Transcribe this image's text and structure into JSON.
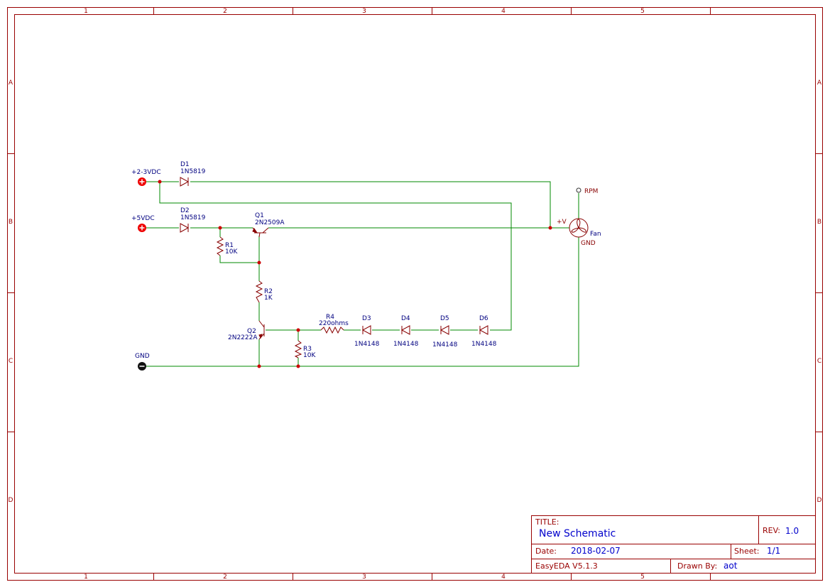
{
  "grid": {
    "columns": [
      "1",
      "2",
      "3",
      "4",
      "5"
    ],
    "rows": [
      "A",
      "B",
      "C",
      "D"
    ]
  },
  "nets": {
    "v23": "+2-3VDC",
    "v5": "+5VDC",
    "gnd": "GND",
    "vplus": "+V",
    "rpm": "RPM"
  },
  "components": {
    "d1": {
      "ref": "D1",
      "value": "1N5819"
    },
    "d2": {
      "ref": "D2",
      "value": "1N5819"
    },
    "q1": {
      "ref": "Q1",
      "value": "2N2509A"
    },
    "r1": {
      "ref": "R1",
      "value": "10K"
    },
    "r2": {
      "ref": "R2",
      "value": "1K"
    },
    "q2": {
      "ref": "Q2",
      "value": "2N2222A"
    },
    "r3": {
      "ref": "R3",
      "value": "10K"
    },
    "r4": {
      "ref": "R4",
      "value": "220ohms"
    },
    "d3": {
      "ref": "D3",
      "value": "1N4148"
    },
    "d4": {
      "ref": "D4",
      "value": "1N4148"
    },
    "d5": {
      "ref": "D5",
      "value": "1N4148"
    },
    "d6": {
      "ref": "D6",
      "value": "1N4148"
    },
    "fan": {
      "name": "Fan",
      "gnd_pin": "GND"
    }
  },
  "title_block": {
    "title_label": "TITLE:",
    "title": "New Schematic",
    "rev_label": "REV:",
    "rev": "1.0",
    "date_label": "Date:",
    "date": "2018-02-07",
    "sheet_label": "Sheet:",
    "sheet": "1/1",
    "tool": "EasyEDA V5.1.3",
    "drawn_label": "Drawn By:",
    "drawn_by": "aot"
  },
  "colors": {
    "frame": "#990000",
    "wire": "#008800",
    "component": "#880000",
    "label": "#000080",
    "title_value": "#0000cc",
    "power_flag": "#ee0000"
  }
}
